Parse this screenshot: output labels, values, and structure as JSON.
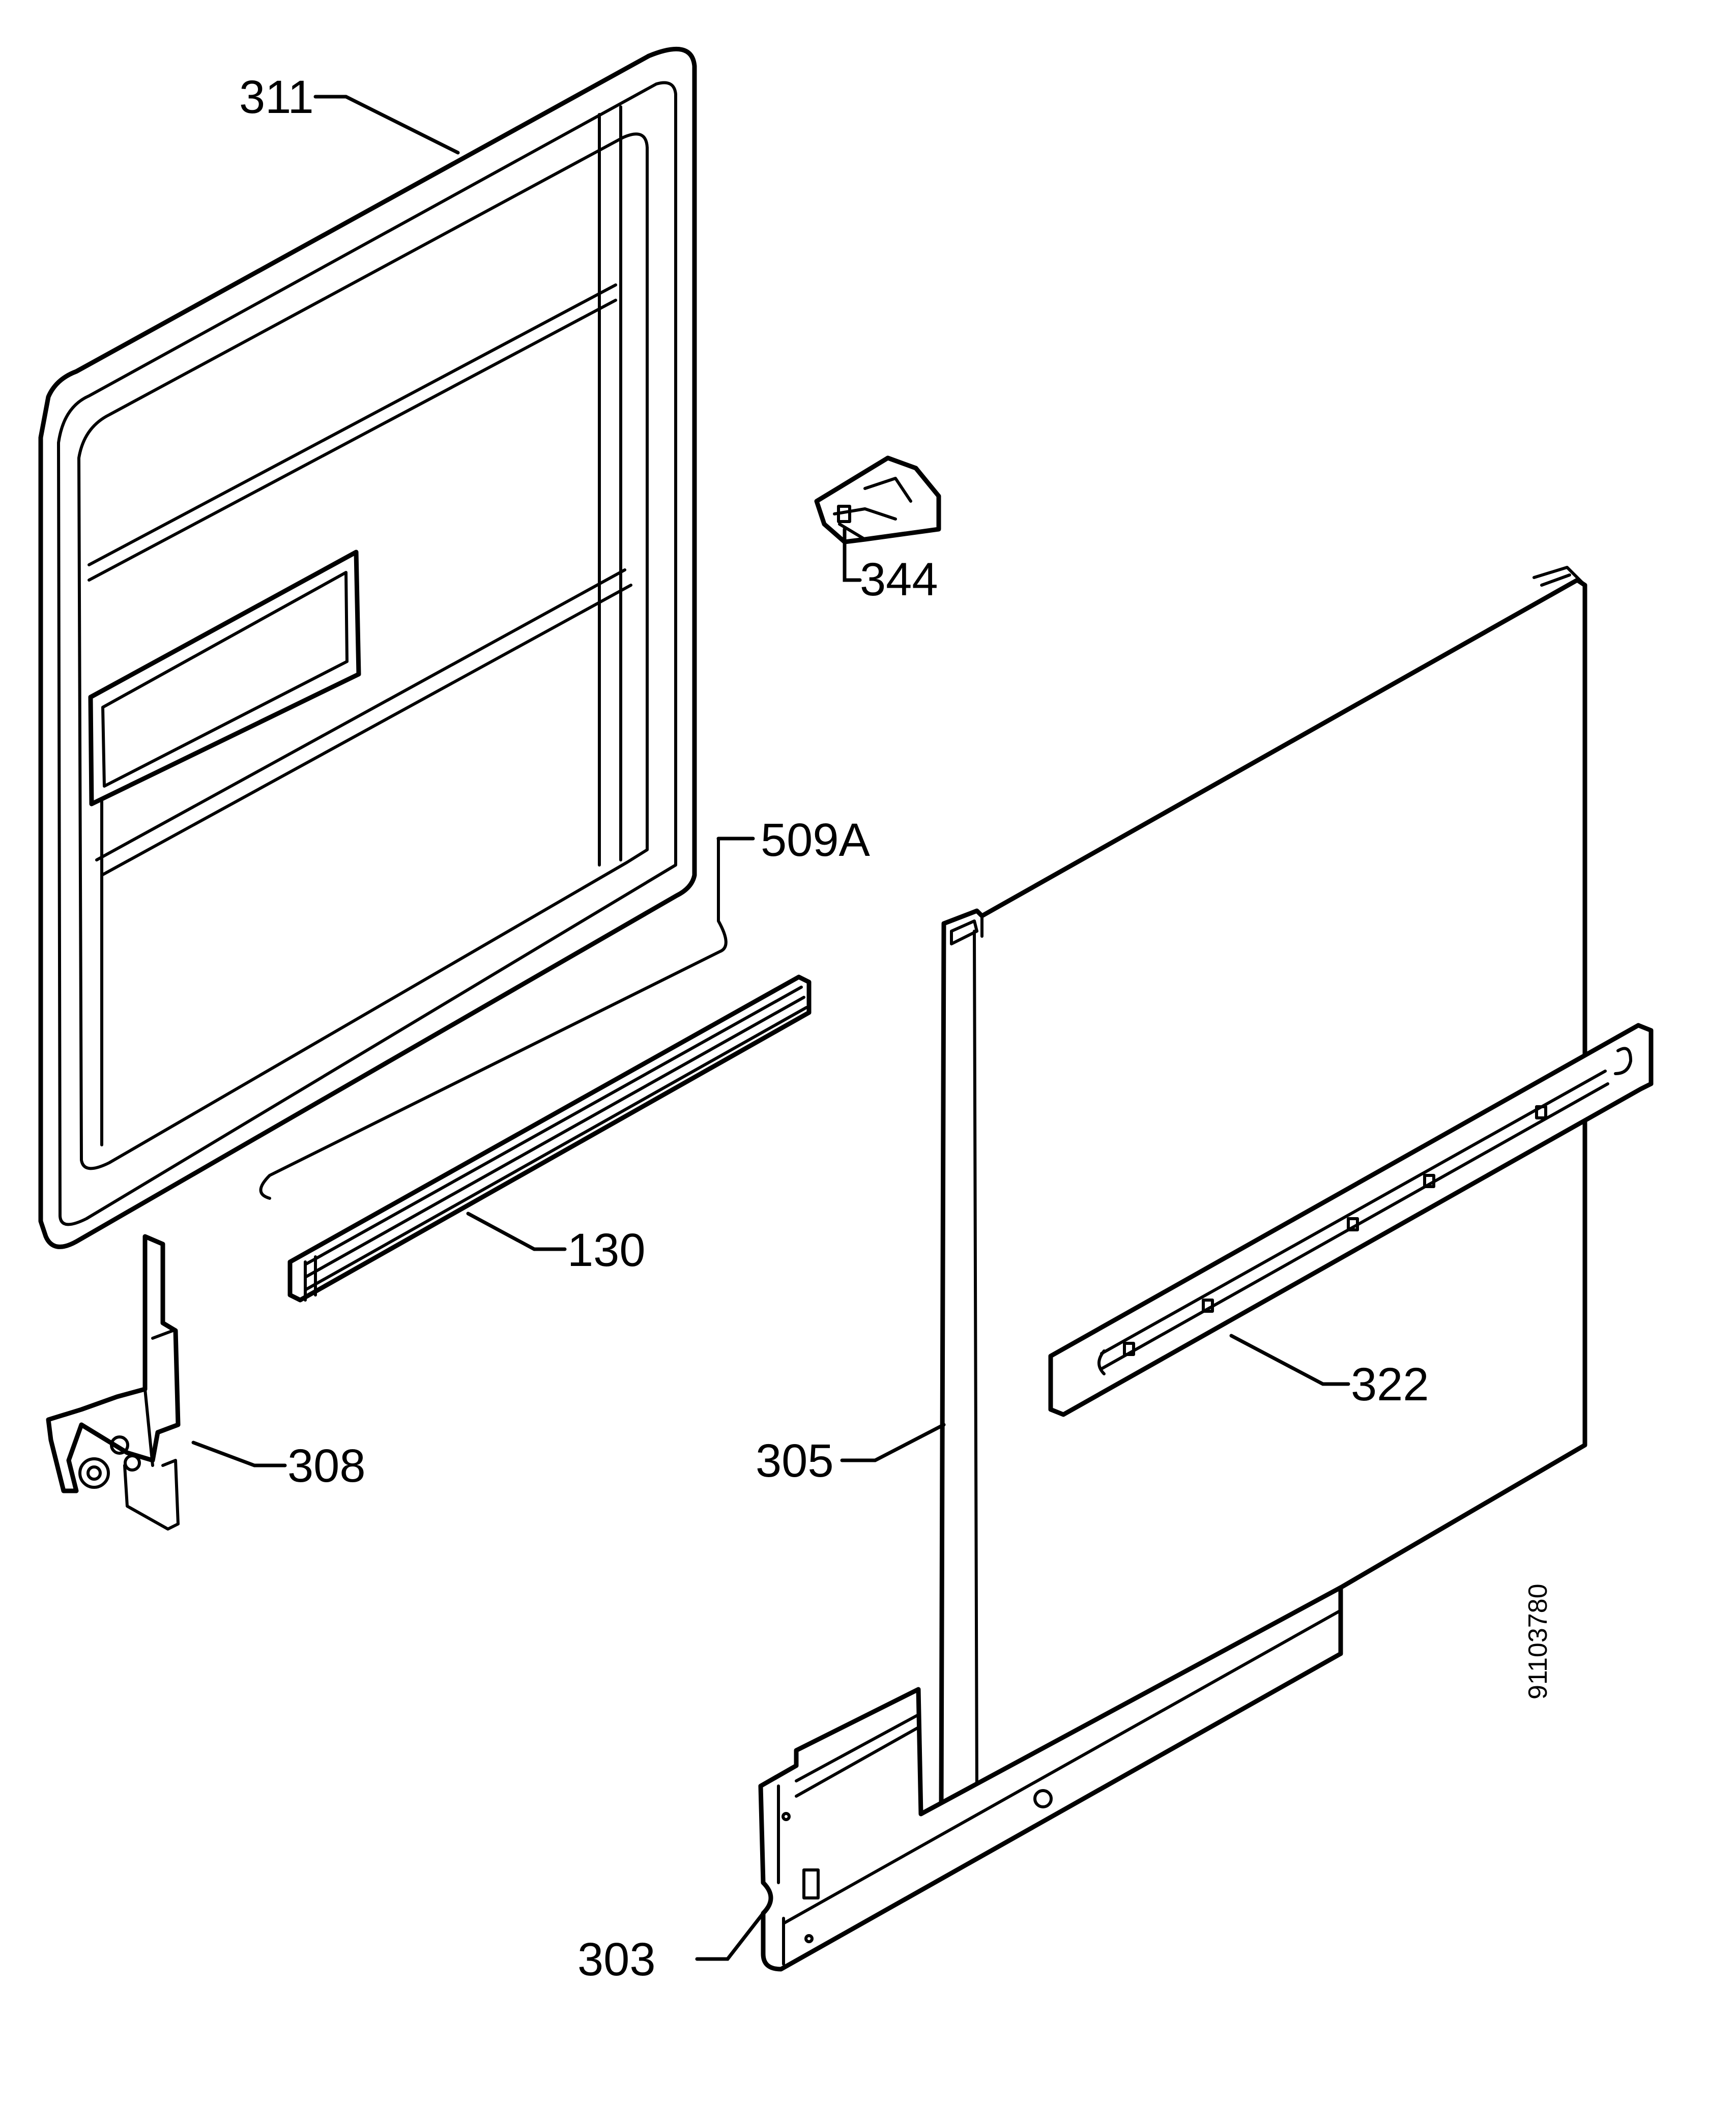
{
  "callouts": {
    "p311": "311",
    "p344": "344",
    "p509a": "509A",
    "p130": "130",
    "p308": "308",
    "p305": "305",
    "p322": "322",
    "p303": "303"
  },
  "doc_number": "91103780"
}
